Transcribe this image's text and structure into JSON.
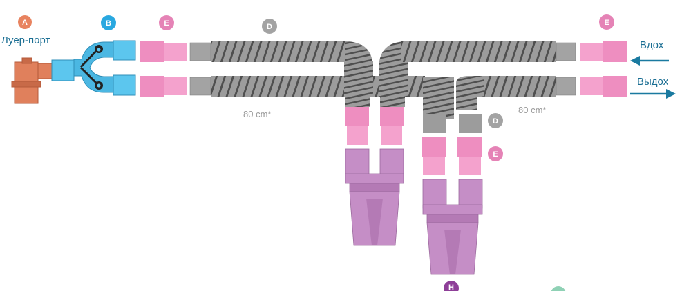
{
  "colors": {
    "badge_a": "#e8835f",
    "badge_b": "#29a8e0",
    "badge_e": "#e583b6",
    "badge_d": "#a3a3a3",
    "badge_h": "#8e3f98",
    "badge_extra": "#8fd1b5",
    "luer_port": "#e0805c",
    "y_piece": "#5cc6ee",
    "connector": "#ee8ec0",
    "tube": "#9c9c9c",
    "tube_rib": "#555555",
    "water_trap": "#c58ec6",
    "arrow": "#1a7aa0",
    "label": "#1a6e93"
  },
  "labels": {
    "luer": "Луер-порт",
    "inhale": "Вдох",
    "exhale": "Выдох",
    "length_left": "80 cm*",
    "length_right": "80 cm*"
  },
  "badges": {
    "a": "A",
    "b": "B",
    "e_left": "E",
    "d_top": "D",
    "e_right": "E",
    "d_mid": "D",
    "e_mid": "E",
    "h": "H",
    "extra": ""
  }
}
